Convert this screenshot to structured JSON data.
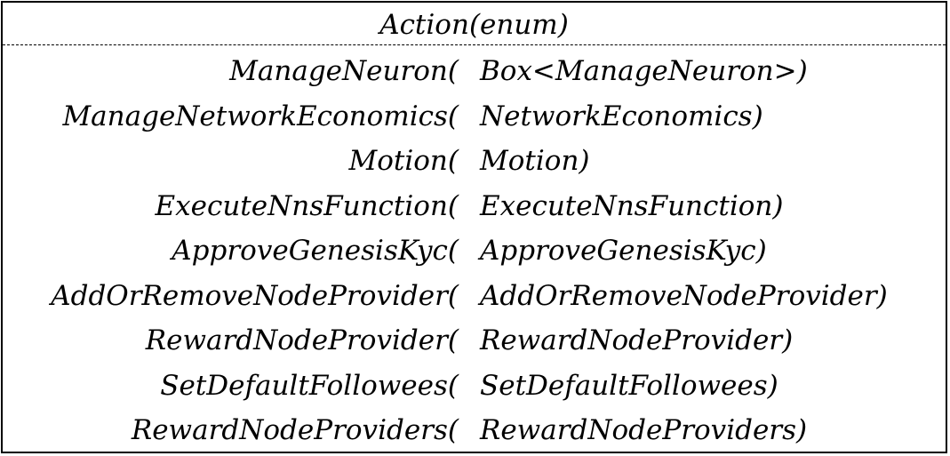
{
  "enum": {
    "title": "Action(enum)",
    "variants": [
      {
        "name": "ManageNeuron(",
        "type": "Box<ManageNeuron>)"
      },
      {
        "name": "ManageNetworkEconomics(",
        "type": "NetworkEconomics)"
      },
      {
        "name": "Motion(",
        "type": "Motion)"
      },
      {
        "name": "ExecuteNnsFunction(",
        "type": "ExecuteNnsFunction)"
      },
      {
        "name": "ApproveGenesisKyc(",
        "type": "ApproveGenesisKyc)"
      },
      {
        "name": "AddOrRemoveNodeProvider(",
        "type": "AddOrRemoveNodeProvider)"
      },
      {
        "name": "RewardNodeProvider(",
        "type": "RewardNodeProvider)"
      },
      {
        "name": "SetDefaultFollowees(",
        "type": "SetDefaultFollowees)"
      },
      {
        "name": "RewardNodeProviders(",
        "type": "RewardNodeProviders)"
      }
    ]
  }
}
